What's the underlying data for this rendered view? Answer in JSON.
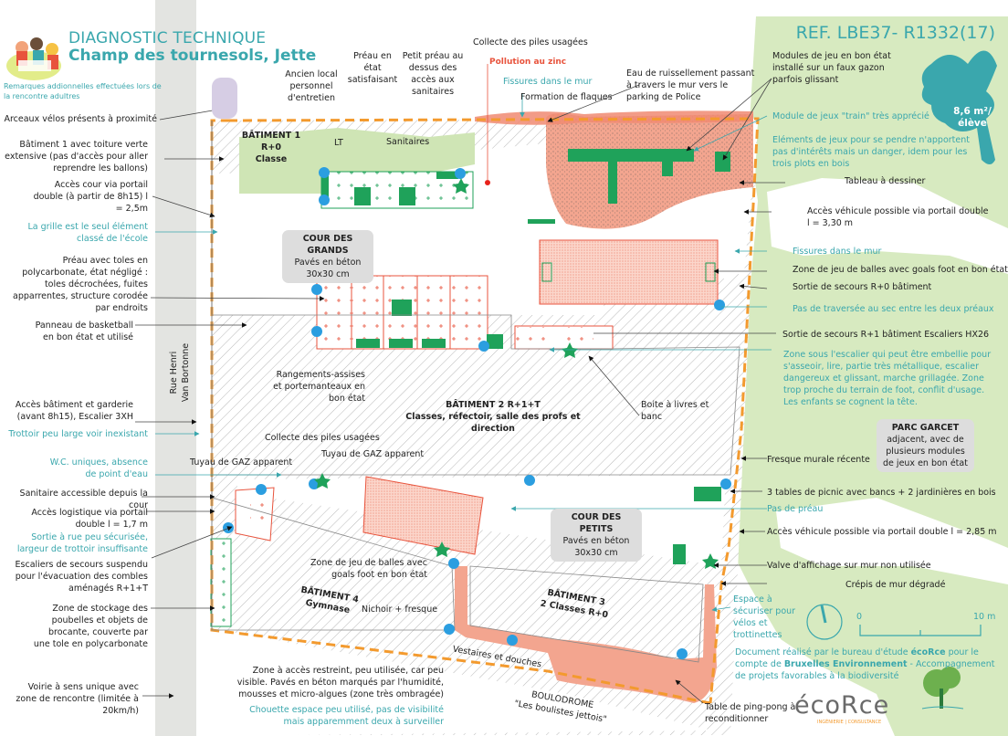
{
  "header": {
    "title_line1": "DIAGNOSTIC TECHNIQUE",
    "title_line2": "Champ des tournesols, Jette",
    "subtitle": "Remarques addionnelles effectuées lors de la rencontre adultres",
    "reference": "REF. LBE37- R1332(17)",
    "ratio_badge": "8,6 m²/ élève"
  },
  "colors": {
    "teal": "#3aa7ad",
    "orange_boundary": "#f39a2e",
    "pink_zone": "#f3a58f",
    "green_park": "#d7eac0",
    "green_equipment": "#1fa25a",
    "blue_marker": "#2b9ee0",
    "red_accent": "#e8533c",
    "street_grey": "#e3e4e1"
  },
  "street": {
    "name_line1": "Rue Henri",
    "name_line2": "Van Bortonne"
  },
  "zones": {
    "batiment1": {
      "title": "BÂTIMENT 1",
      "line2": "R+0",
      "line3": "Classe"
    },
    "lt": "LT",
    "sanitaires": "Sanitaires",
    "cour_grands": {
      "title": "COUR DES GRANDS",
      "line2": "Pavés en béton",
      "line3": "30x30 cm"
    },
    "batiment2": {
      "title": "BÂTIMENT 2 R+1+T",
      "line2": "Classes, réfectoir, salle des profs et direction"
    },
    "cour_petits": {
      "title": "COUR DES PETITS",
      "line2": "Pavés en béton",
      "line3": "30x30 cm"
    },
    "batiment4": {
      "title": "BÂTIMENT 4",
      "line2": "Gymnase"
    },
    "batiment3": {
      "title": "BÂTIMENT 3",
      "line2": "2 Classes R+0"
    },
    "vestiaires": "Vestaires et douches",
    "boulodrome": {
      "title": "BOULODROME",
      "line2": "\"Les boulistes jettois\""
    },
    "parc_garcet": {
      "title": "PARC GARCET",
      "line2": "adjacent, avec de",
      "line3": "plusieurs modules",
      "line4": "de jeux en bon état"
    }
  },
  "annotations_left": [
    {
      "text": "Arceaux vélos présents à proximité",
      "style": "dark"
    },
    {
      "text": "Bâtiment 1 avec toiture verte extensive (pas d'accès pour aller reprendre les ballons)",
      "style": "dark"
    },
    {
      "text": "Accès cour via portail double (à partir de 8h15) l = 2,5m",
      "style": "dark"
    },
    {
      "text": "La grille est le seul élément classé de l'école",
      "style": "teal"
    },
    {
      "text": "Préau avec toles en polycarbonate, état négligé : toles décrochées, fuites apparrentes, structure corodée par endroits",
      "style": "dark"
    },
    {
      "text": "Panneau de basketball en bon état et utilisé",
      "style": "dark"
    },
    {
      "text": "Accès bâtiment et garderie (avant 8h15), Escalier 3XH",
      "style": "dark"
    },
    {
      "text": "Trottoir peu large voir inexistant",
      "style": "teal"
    },
    {
      "text": "W.C. uniques, absence de point d'eau",
      "style": "teal"
    },
    {
      "text": "Sanitaire accessible depuis la cour",
      "style": "dark"
    },
    {
      "text": "Accès logistique via portail double l = 1,7 m",
      "style": "dark"
    },
    {
      "text": "Sortie à rue peu sécurisée, largeur de trottoir insuffisante",
      "style": "teal"
    },
    {
      "text": "Escaliers de secours suspendu pour l'évacuation des combles aménagés R+1+T",
      "style": "dark"
    },
    {
      "text": "Zone de stockage des poubelles et objets de brocante, couverte par une tole en polycarbonate",
      "style": "dark"
    },
    {
      "text": "Voirie à sens unique avec zone de rencontre (limitée à 20km/h)",
      "style": "dark"
    }
  ],
  "annotations_top": [
    {
      "text": "Ancien local personnel d'entretien",
      "style": "dark"
    },
    {
      "text": "Préau en état satisfaisant",
      "style": "dark"
    },
    {
      "text": "Petit préau au dessus des accès aux sanitaires",
      "style": "dark"
    },
    {
      "text": "Collecte des piles usagées",
      "style": "dark"
    },
    {
      "text": "Pollution au zinc",
      "style": "red"
    },
    {
      "text": "Fissures dans le mur",
      "style": "teal"
    },
    {
      "text": "Formation de flaques",
      "style": "dark"
    },
    {
      "text": "Eau de ruissellement passant à travers le mur vers le parking de Police",
      "style": "dark"
    }
  ],
  "annotations_right": [
    {
      "text": "Modules de jeu en bon état installé sur un faux gazon parfois glissant",
      "style": "dark"
    },
    {
      "text": "Module de jeux \"train\" très apprécié",
      "style": "teal"
    },
    {
      "text": "Eléments de jeux pour se pendre n'apportent pas d'intérêts mais un danger, idem pour les trois plots en bois",
      "style": "teal"
    },
    {
      "text": "Tableau à dessiner",
      "style": "dark"
    },
    {
      "text": "Accès véhicule possible via portail double l = 3,30 m",
      "style": "dark"
    },
    {
      "text": "Fissures dans le mur",
      "style": "teal"
    },
    {
      "text": "Zone de jeu de balles avec goals foot en bon état",
      "style": "dark"
    },
    {
      "text": "Sortie de secours R+0 bâtiment",
      "style": "dark"
    },
    {
      "text": "Pas de traversée au sec entre les deux préaux",
      "style": "teal"
    },
    {
      "text": "Sortie de secours R+1 bâtiment Escaliers HX26",
      "style": "dark"
    },
    {
      "text": "Zone sous l'escalier qui peut être embellie pour s'asseoir, lire, partie très métallique, escalier dangereux et glissant, marche grillagée. Zone trop proche du terrain de foot, conflit d'usage. Les enfants se cognent la tête.",
      "style": "teal"
    },
    {
      "text": "Fresque murale récente",
      "style": "dark"
    },
    {
      "text": "3 tables de picnic avec bancs + 2 jardinières en bois",
      "style": "dark"
    },
    {
      "text": "Pas de préau",
      "style": "teal"
    },
    {
      "text": "Accès véhicule possible via portail double l = 2,85 m",
      "style": "dark"
    },
    {
      "text": "Valve d'affichage sur mur non utilisée",
      "style": "dark"
    },
    {
      "text": "Crépis de mur dégradé",
      "style": "dark"
    },
    {
      "text": "Espace à sécuriser pour vélos et trottinettes",
      "style": "teal"
    },
    {
      "text": "Table de ping-pong à reconditionner",
      "style": "dark"
    }
  ],
  "annotations_inner": [
    {
      "text": "Rangements-assises et portemanteaux en bon état",
      "style": "dark"
    },
    {
      "text": "Boite à livres et banc",
      "style": "dark"
    },
    {
      "text": "Collecte des piles usagées",
      "style": "dark"
    },
    {
      "text": "Tuyau de GAZ apparent",
      "style": "dark"
    },
    {
      "text": "Tuyau de GAZ apparent",
      "style": "dark"
    },
    {
      "text": "Zone de jeu de balles avec goals foot en bon état",
      "style": "dark"
    },
    {
      "text": "Nichoir + fresque",
      "style": "dark"
    },
    {
      "text": "Zone à accès restreint, peu utilisée, car peu visible. Pavés en béton marqués par l'humidité, mousses et micro-algues (zone très ombragée)",
      "style": "dark"
    },
    {
      "text": "Chouette espace peu utilisé, pas de visibilité mais apparemment deux à surveiller",
      "style": "teal"
    }
  ],
  "scale": {
    "start": "0",
    "end": "10 m"
  },
  "credits": {
    "text_before": "Document réalisé par le bureau d'étude ",
    "firm": "écoRce",
    "text_mid": " pour le compte de ",
    "client": "Bruxelles Environnement",
    "text_after": " - Accompagnement de projets favorables à la biodiversité",
    "logo_text": "écoRce",
    "logo_sub": "INGÉNIERIE | CONSULTANCE"
  }
}
